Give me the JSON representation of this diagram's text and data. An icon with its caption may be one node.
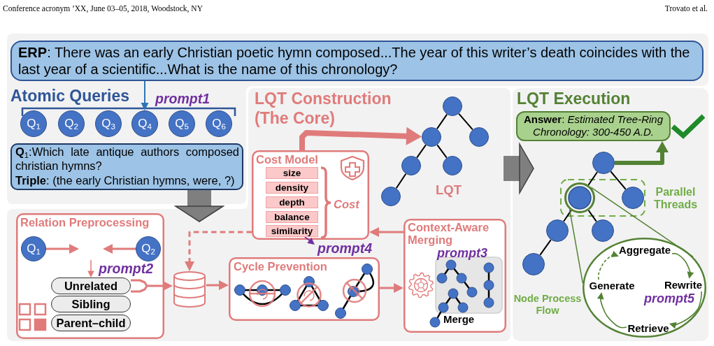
{
  "diagram": {
    "nodes": [
      {
        "text": [
          "Atomic Queries"
        ]
      },
      {
        "text": [
          "**ERP**: There was an early Christian poetic hymn composed...The year of this writer’s death coincides with the last year of a scientific...What is the name of this chronology?"
        ],
        "in": 0
      },
      {
        "text": [
          "Q$_{1}$"
        ],
        "in": 0
      },
      {
        "text": [
          "Q$_{2}$"
        ],
        "in": 0
      },
      {
        "text": [
          "Q$_{3}$"
        ],
        "in": 0
      },
      {
        "text": [
          "Q$_{4}$"
        ],
        "in": 0
      },
      {
        "text": [
          "Q$_{5}$"
        ],
        "in": 0
      },
      {
        "text": [
          "Q$_{6}$"
        ],
        "in": 0
      },
      {
        "text": [
          "**Q**$_{1}$:Which late antique authors composed christian hymns?",
          "**Triple**: (the early Christian hymns, were, ?)"
        ],
        "in": 0
      },
      {
        "text": [
          "LQT Construction (The Core)"
        ]
      },
      {
        "text": [
          "Cost Model",
          "Cost"
        ],
        "in": 9
      },
      {
        "text": [
          "size"
        ],
        "in": 10
      },
      {
        "text": [
          "density"
        ],
        "in": 10
      },
      {
        "text": [
          "depth"
        ],
        "in": 10
      },
      {
        "text": [
          "balance"
        ],
        "in": 10
      },
      {
        "text": [
          "similarity"
        ],
        "in": 10
      },
      {
        "text": [],
        "shape": "circle",
        "in": 9
      },
      {
        "text": [],
        "shape": "circle",
        "in": 9
      },
      {
        "text": [],
        "shape": "circle",
        "in": 9
      },
      {
        "text": [],
        "shape": "circle",
        "in": 9
      },
      {
        "text": [],
        "shape": "circle",
        "in": 9
      },
      {
        "text": [],
        "shape": "circle",
        "in": 9
      },
      {
        "text": [
          "Relation Preprocessing"
        ],
        "in": 9
      },
      {
        "text": [
          "Q$_{1}$"
        ],
        "in": 22
      },
      {
        "text": [
          "Q$_{2}$"
        ],
        "in": 22
      },
      {
        "text": [
          "Unrelated"
        ],
        "in": 22
      },
      {
        "text": [
          "Sibling"
        ],
        "in": 22
      },
      {
        "text": [
          "Parent–child"
        ],
        "in": 22
      },
      {
        "text": [],
        "shape": "cylinder",
        "in": 9
      },
      {
        "text": [
          "Cycle Prevention"
        ],
        "in": 9
      },
      {
        "text": [
          "Context-Aware Merging",
          "prompt3",
          "Merge"
        ],
        "in": 9
      },
      {
        "text": [
          "prompt4"
        ],
        "in": 9
      },
      {
        "text": [
          "LQT Execution"
        ]
      },
      {
        "text": [
          "**Answer**: *Estimated Tree-Ring Chronology: 300-450 A.D.*"
        ],
        "in": 32
      },
      {
        "text": [],
        "shape": "circle",
        "in": 32
      },
      {
        "text": [
          "Parallel Threads"
        ],
        "in": 32
      },
      {
        "text": [],
        "shape": "circle",
        "in": 35
      },
      {
        "text": [],
        "shape": "circle",
        "in": 35
      },
      {
        "text": [],
        "shape": "circle",
        "in": 32
      },
      {
        "text": [],
        "shape": "circle",
        "in": 32
      },
      {
        "text": [],
        "shape": "circle",
        "in": 32
      },
      {
        "text": [
          "Node Process Flow",
          "prompt5"
        ],
        "in": 32
      },
      {
        "text": [
          "Aggregate"
        ],
        "in": 41
      },
      {
        "text": [
          "Generate"
        ],
        "in": 41
      },
      {
        "text": [
          "Rewrite"
        ],
        "in": 41
      },
      {
        "text": [
          "Retrieve"
        ],
        "in": 41
      }
    ],
    "edges": [
      {
        "from": 1,
        "to": 5,
        "arrow": "to",
        "label": "prompt1",
        "color": "#2e75b6"
      },
      {
        "from": 16,
        "to": 17,
        "arrow": "none",
        "color": "#000000"
      },
      {
        "from": 16,
        "to": 18,
        "arrow": "none",
        "color": "#000000"
      },
      {
        "from": 17,
        "to": 19,
        "arrow": "none",
        "color": "#000000"
      },
      {
        "from": 17,
        "to": 20,
        "arrow": "none",
        "color": "#000000"
      },
      {
        "from": 19,
        "to": 21,
        "arrow": "none",
        "color": "#000000"
      },
      {
        "from": 10,
        "to": 17,
        "arrow": "to",
        "style": "thick",
        "color": "#e07b7b"
      },
      {
        "from": 23,
        "to": null,
        "arrow": "to",
        "color": "#e07b7b"
      },
      {
        "from": 24,
        "to": null,
        "arrow": "to",
        "color": "#e07b7b"
      },
      {
        "from": null,
        "to": 25,
        "arrow": "to",
        "label": "prompt2",
        "color": "#e07b7b"
      },
      {
        "from": 25,
        "to": 28,
        "arrow": "to",
        "color": "#e07b7b"
      },
      {
        "from": 28,
        "to": 29,
        "arrow": "to",
        "color": "#e07b7b"
      },
      {
        "from": 29,
        "to": 30,
        "arrow": "to",
        "color": "#e07b7b"
      },
      {
        "from": 30,
        "to": 10,
        "arrow": "to",
        "color": "#e07b7b"
      },
      {
        "from": 10,
        "to": 28,
        "arrow": "to",
        "style": "dashed",
        "color": "#e07b7b"
      },
      {
        "from": 15,
        "to": 31,
        "arrow": "to",
        "color": "#7030a0"
      },
      {
        "from": 8,
        "to": 9,
        "arrow": "to",
        "style": "thick",
        "color": "#7f7f7f"
      },
      {
        "from": 9,
        "to": 32,
        "arrow": "to",
        "style": "thick",
        "color": "#7f7f7f"
      },
      {
        "from": 34,
        "to": 33,
        "arrow": "to",
        "style": "thick",
        "color": "#548235"
      },
      {
        "from": 34,
        "to": 36,
        "arrow": "none",
        "color": "#000000"
      },
      {
        "from": 34,
        "to": 37,
        "arrow": "none",
        "color": "#000000"
      },
      {
        "from": 36,
        "to": 38,
        "arrow": "none",
        "color": "#000000"
      },
      {
        "from": 36,
        "to": 39,
        "arrow": "none",
        "color": "#000000"
      },
      {
        "from": 38,
        "to": 40,
        "arrow": "none",
        "color": "#000000"
      },
      {
        "from": 36,
        "to": 41,
        "arrow": "none",
        "color": "#548235"
      },
      {
        "from": 36,
        "to": 41,
        "arrow": "none",
        "color": "#548235"
      },
      {
        "from": 42,
        "to": 44,
        "arrow": "to",
        "color": "#548235"
      },
      {
        "from": 44,
        "to": 45,
        "arrow": "to",
        "color": "#548235"
      },
      {
        "from": 45,
        "to": 43,
        "arrow": "to",
        "color": "#548235"
      },
      {
        "from": 43,
        "to": 42,
        "arrow": "to",
        "style": "dashed",
        "color": "#548235"
      }
    ],
    "labels": [
      "Conference acronym ’XX, June 03–05, 2018, Woodstock, NY",
      "Trovato et al.",
      "LQT"
    ]
  }
}
